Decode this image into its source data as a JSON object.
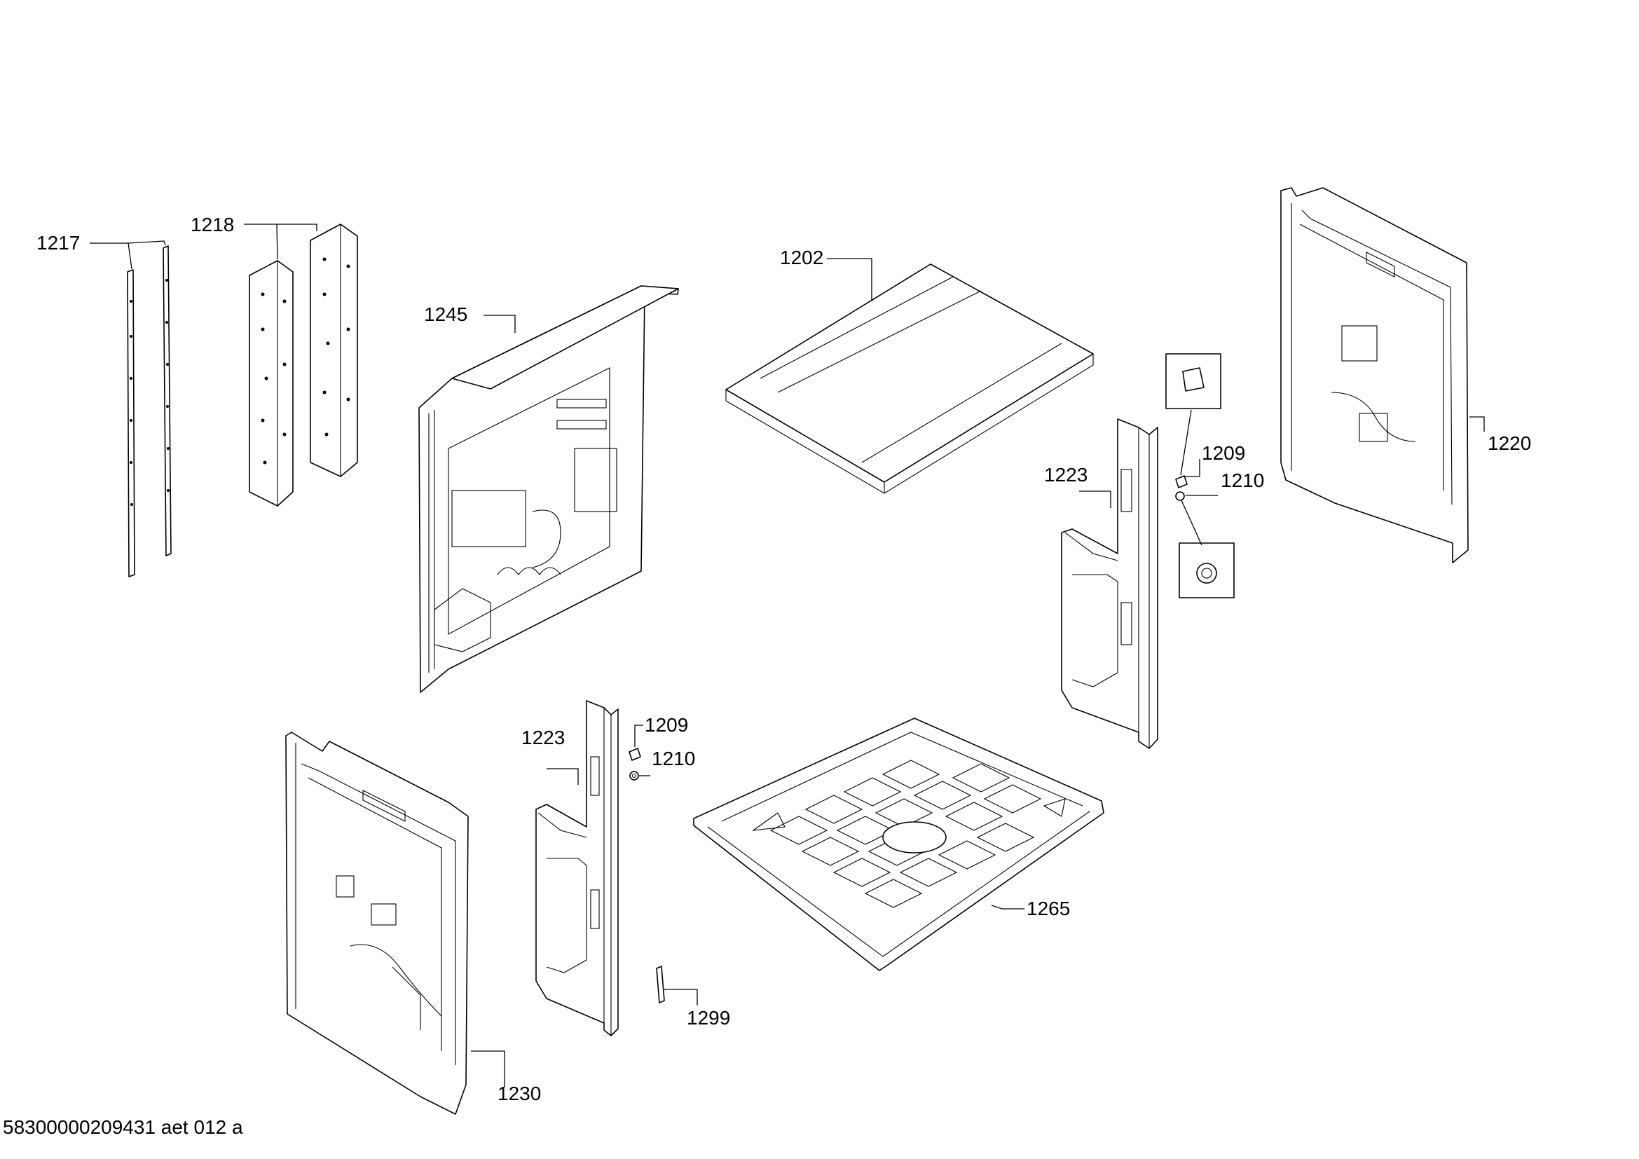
{
  "document_id": "58300000209431 aet 012 a",
  "part_labels": {
    "p1202": "1202",
    "p1209_top": "1209",
    "p1209_bottom": "1209",
    "p1210_top": "1210",
    "p1210_bottom": "1210",
    "p1217": "1217",
    "p1218": "1218",
    "p1220": "1220",
    "p1223_top": "1223",
    "p1223_bottom": "1223",
    "p1230": "1230",
    "p1245": "1245",
    "p1265": "1265",
    "p1299": "1299"
  }
}
